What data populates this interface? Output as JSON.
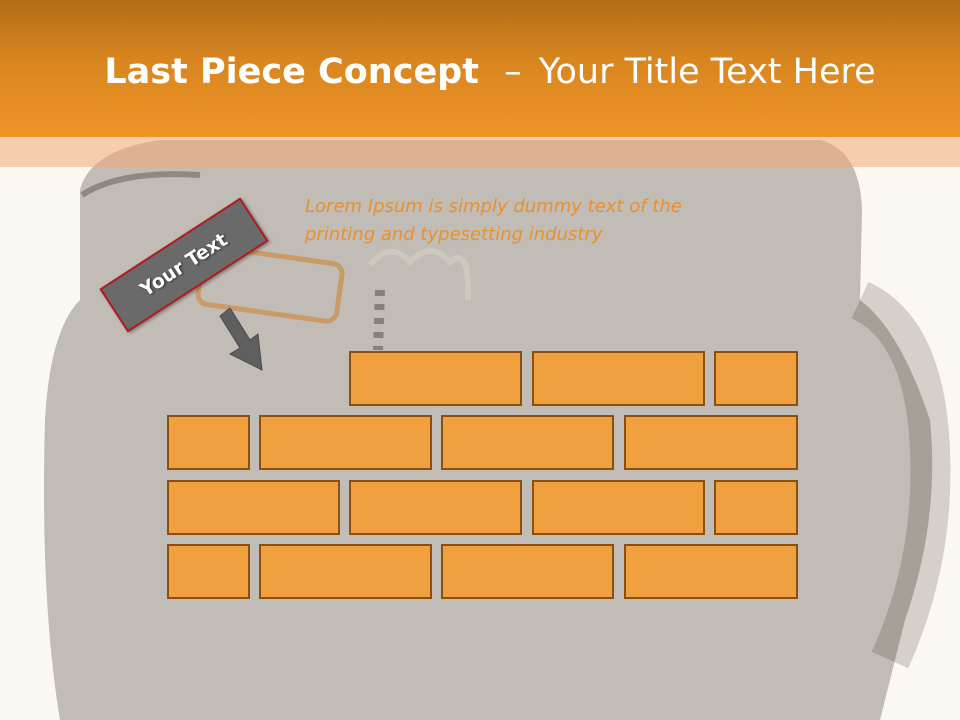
{
  "slide": {
    "title_bold": "Last Piece Concept",
    "title_dash": "–",
    "title_rest": "Your Title Text Here",
    "label_text": "Your Text",
    "body_text": "Lorem Ipsum is simply dummy text of the printing and typesetting industry"
  },
  "colors": {
    "title_bar": "#e08a22",
    "accent_strip": "#f6c49c",
    "brick_fill": "#f0a03f",
    "brick_border": "#8a5010",
    "label_fill": "#6a6a6a",
    "label_border": "#b01c22",
    "body_text": "#e8912e",
    "background": "#fbf8f1"
  },
  "icons": {
    "arrow": "arrow-down-right-icon"
  }
}
